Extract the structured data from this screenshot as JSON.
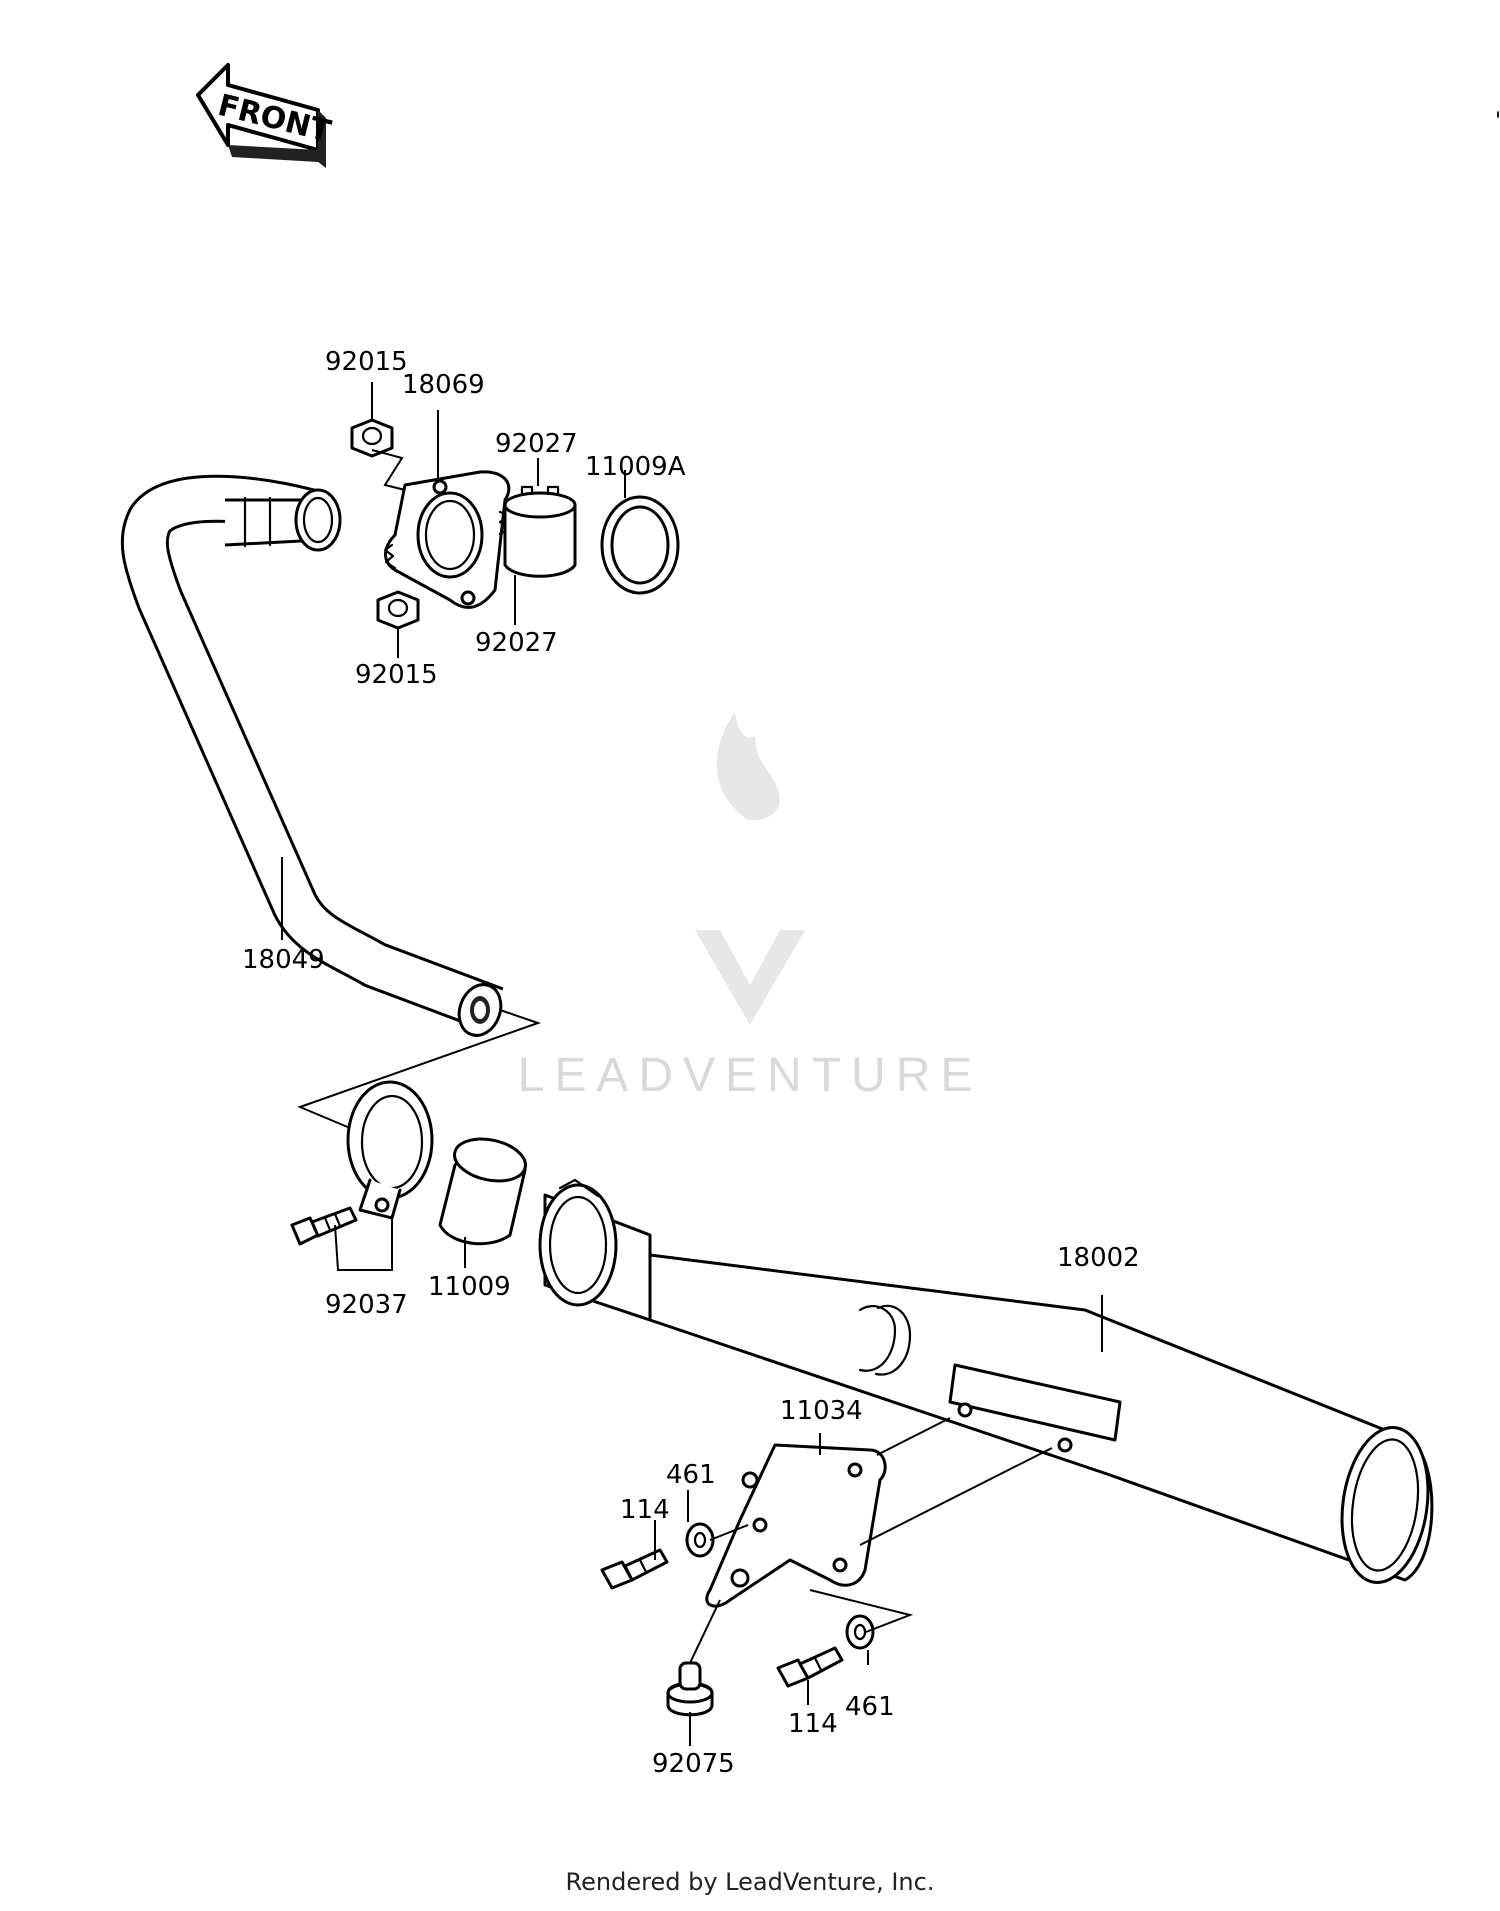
{
  "front_marker": {
    "text": "FRONT",
    "icon": "front-arrow-icon"
  },
  "watermark": {
    "text": "LEADVENTURE",
    "icon": "leadventure-flame-logo-icon",
    "color": "#d9d9d9"
  },
  "labels": {
    "p92015_top": "92015",
    "p18069": "18069",
    "p92027_top": "92027",
    "p11009A": "11009A",
    "p92027_bottom": "92027",
    "p92015_bottom": "92015",
    "p18049": "18049",
    "p92037": "92037",
    "p11009": "11009",
    "p18002": "18002",
    "p11034": "11034",
    "p461_upper": "461",
    "p114_upper": "114",
    "p114_lower": "114",
    "p461_lower": "461",
    "p92075": "92075"
  },
  "footer": {
    "credit": "Rendered by LeadVenture, Inc."
  }
}
